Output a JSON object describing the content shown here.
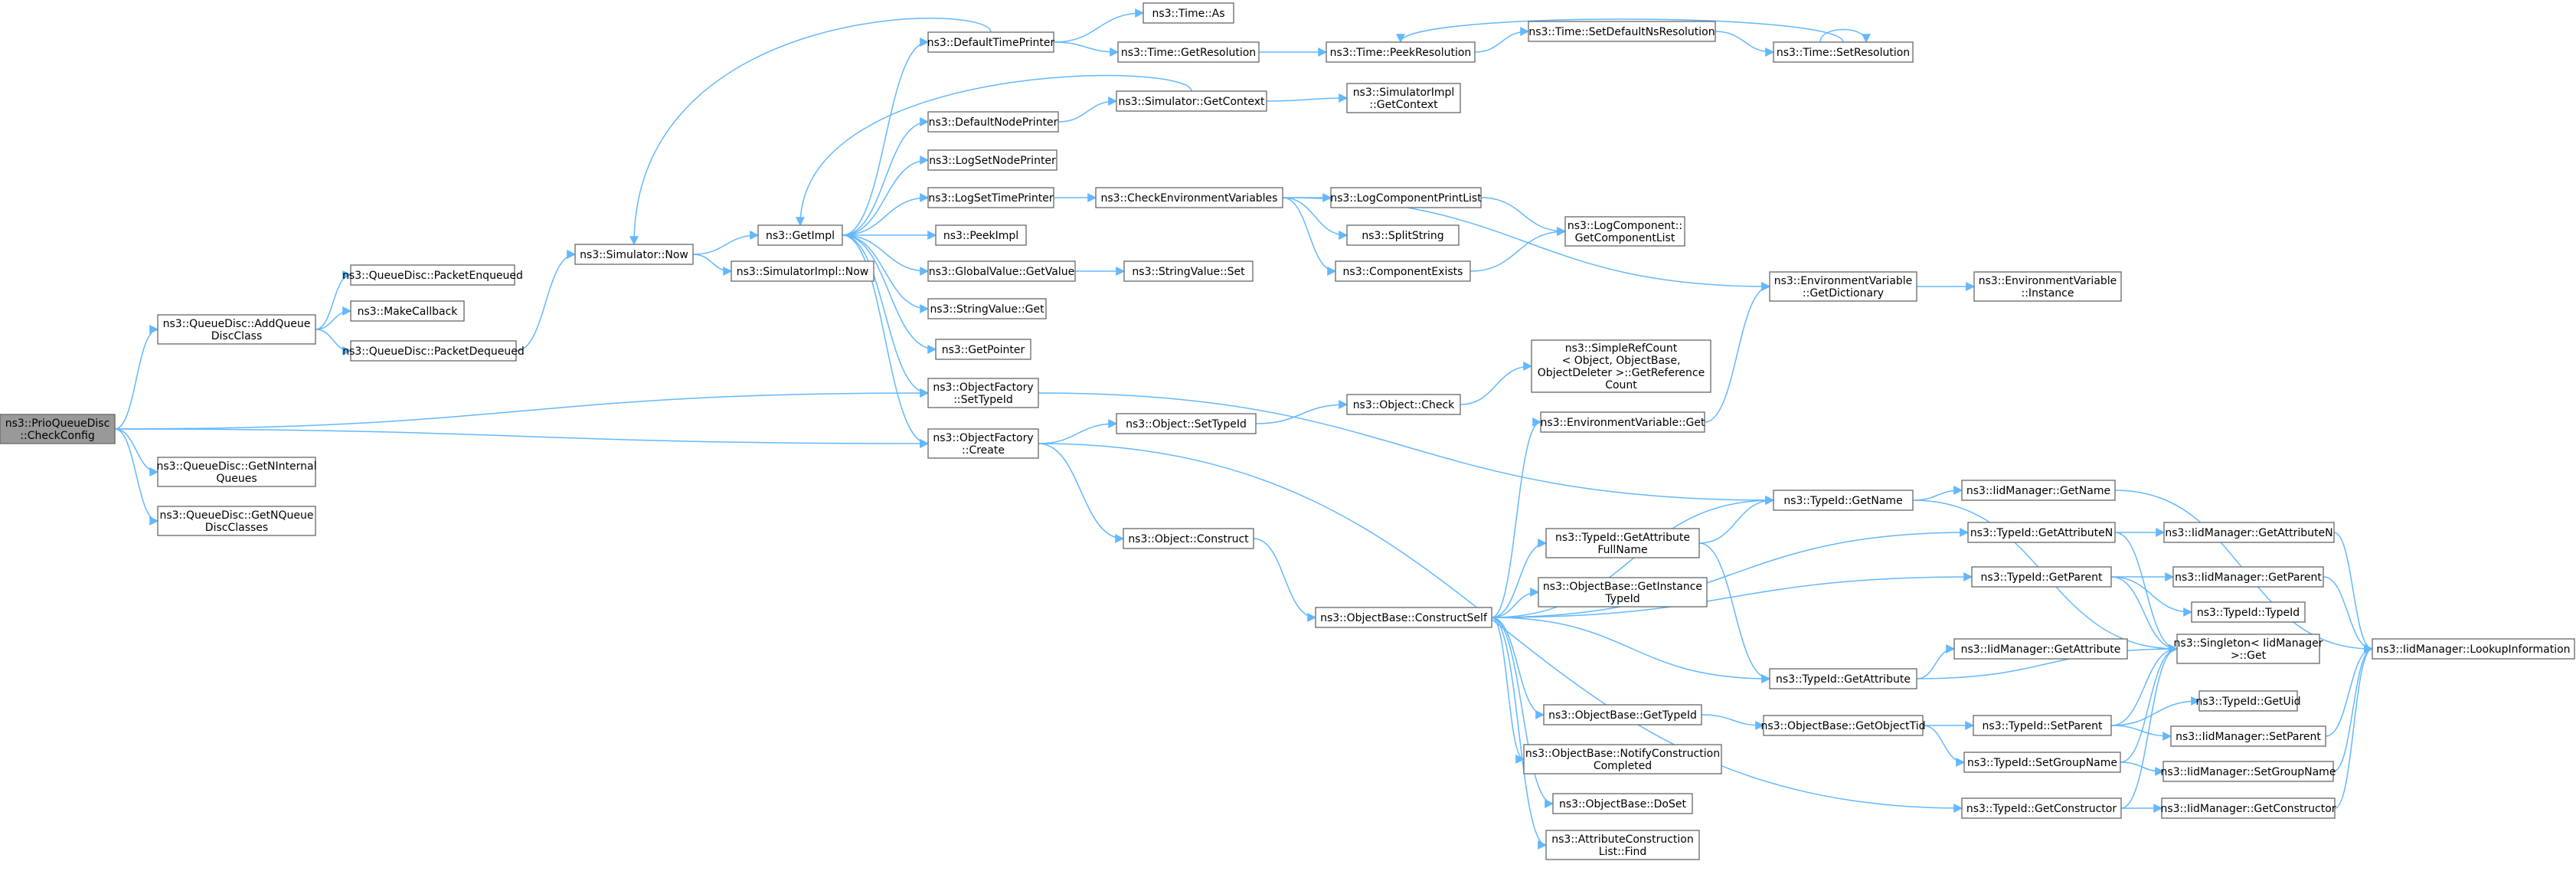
{
  "diagram": {
    "type": "call-graph",
    "root_color": "#999999",
    "edge_color": "#63b8ff",
    "node_border_color": "#666666",
    "nodes": [
      {
        "id": "checkconfig",
        "lines": [
          "ns3::PrioQueueDisc",
          "::CheckConfig"
        ],
        "root": true
      },
      {
        "id": "addqueue",
        "lines": [
          "ns3::QueueDisc::AddQueue",
          "DiscClass"
        ]
      },
      {
        "id": "getninternal",
        "lines": [
          "ns3::QueueDisc::GetNInternal",
          "Queues"
        ]
      },
      {
        "id": "getnqueue",
        "lines": [
          "ns3::QueueDisc::GetNQueue",
          "DiscClasses"
        ]
      },
      {
        "id": "pktenq",
        "lines": [
          "ns3::QueueDisc::PacketEnqueued"
        ]
      },
      {
        "id": "makecb",
        "lines": [
          "ns3::MakeCallback"
        ]
      },
      {
        "id": "pktdeq",
        "lines": [
          "ns3::QueueDisc::PacketDequeued"
        ]
      },
      {
        "id": "simnow",
        "lines": [
          "ns3::Simulator::Now"
        ]
      },
      {
        "id": "getimpl",
        "lines": [
          "ns3::GetImpl"
        ]
      },
      {
        "id": "simimplnow",
        "lines": [
          "ns3::SimulatorImpl::Now"
        ]
      },
      {
        "id": "deftimeprinter",
        "lines": [
          "ns3::DefaultTimePrinter"
        ]
      },
      {
        "id": "defnodeprinter",
        "lines": [
          "ns3::DefaultNodePrinter"
        ]
      },
      {
        "id": "logsetnode",
        "lines": [
          "ns3::LogSetNodePrinter"
        ]
      },
      {
        "id": "logsettime",
        "lines": [
          "ns3::LogSetTimePrinter"
        ]
      },
      {
        "id": "peekimpl",
        "lines": [
          "ns3::PeekImpl"
        ]
      },
      {
        "id": "gvgetvalue",
        "lines": [
          "ns3::GlobalValue::GetValue"
        ]
      },
      {
        "id": "svget",
        "lines": [
          "ns3::StringValue::Get"
        ]
      },
      {
        "id": "getpointer",
        "lines": [
          "ns3::GetPointer"
        ]
      },
      {
        "id": "ofsettypeid",
        "lines": [
          "ns3::ObjectFactory",
          "::SetTypeId"
        ]
      },
      {
        "id": "ofcreate",
        "lines": [
          "ns3::ObjectFactory",
          "::Create"
        ]
      },
      {
        "id": "timeas",
        "lines": [
          "ns3::Time::As"
        ]
      },
      {
        "id": "timegetres",
        "lines": [
          "ns3::Time::GetResolution"
        ]
      },
      {
        "id": "simgetctx",
        "lines": [
          "ns3::Simulator::GetContext"
        ]
      },
      {
        "id": "checkenv",
        "lines": [
          "ns3::CheckEnvironmentVariables"
        ]
      },
      {
        "id": "svset",
        "lines": [
          "ns3::StringValue::Set"
        ]
      },
      {
        "id": "objsettypeid",
        "lines": [
          "ns3::Object::SetTypeId"
        ]
      },
      {
        "id": "objconstruct",
        "lines": [
          "ns3::Object::Construct"
        ]
      },
      {
        "id": "timepeekres",
        "lines": [
          "ns3::Time::PeekResolution"
        ]
      },
      {
        "id": "simimplctx",
        "lines": [
          "ns3::SimulatorImpl",
          "::GetContext"
        ]
      },
      {
        "id": "logcompprint",
        "lines": [
          "ns3::LogComponentPrintList"
        ]
      },
      {
        "id": "splitstring",
        "lines": [
          "ns3::SplitString"
        ]
      },
      {
        "id": "compexists",
        "lines": [
          "ns3::ComponentExists"
        ]
      },
      {
        "id": "objcheck",
        "lines": [
          "ns3::Object::Check"
        ]
      },
      {
        "id": "constructself",
        "lines": [
          "ns3::ObjectBase::ConstructSelf"
        ]
      },
      {
        "id": "timesetdefns",
        "lines": [
          "ns3::Time::SetDefaultNsResolution"
        ]
      },
      {
        "id": "logcompgetlist",
        "lines": [
          "ns3::LogComponent::",
          "GetComponentList"
        ]
      },
      {
        "id": "refcount",
        "lines": [
          "ns3::SimpleRefCount",
          "< Object, ObjectBase,",
          "ObjectDeleter >::GetReference",
          "Count"
        ]
      },
      {
        "id": "envget",
        "lines": [
          "ns3::EnvironmentVariable::Get"
        ]
      },
      {
        "id": "getattrfull",
        "lines": [
          "ns3::TypeId::GetAttribute",
          "FullName"
        ]
      },
      {
        "id": "getinsttypeid",
        "lines": [
          "ns3::ObjectBase::GetInstance",
          "TypeId"
        ]
      },
      {
        "id": "obgettypeid",
        "lines": [
          "ns3::ObjectBase::GetTypeId"
        ]
      },
      {
        "id": "notifyconst",
        "lines": [
          "ns3::ObjectBase::NotifyConstruction",
          "Completed"
        ]
      },
      {
        "id": "doset",
        "lines": [
          "ns3::ObjectBase::DoSet"
        ]
      },
      {
        "id": "attrlistfind",
        "lines": [
          "ns3::AttributeConstruction",
          "List::Find"
        ]
      },
      {
        "id": "timesetres",
        "lines": [
          "ns3::Time::SetResolution"
        ]
      },
      {
        "id": "envgetdict",
        "lines": [
          "ns3::EnvironmentVariable",
          "::GetDictionary"
        ]
      },
      {
        "id": "tidgetname",
        "lines": [
          "ns3::TypeId::GetName"
        ]
      },
      {
        "id": "tidgetattr",
        "lines": [
          "ns3::TypeId::GetAttribute"
        ]
      },
      {
        "id": "obgetobjtid",
        "lines": [
          "ns3::ObjectBase::GetObjectTid"
        ]
      },
      {
        "id": "envinstance",
        "lines": [
          "ns3::EnvironmentVariable",
          "::Instance"
        ]
      },
      {
        "id": "iidgetname",
        "lines": [
          "ns3::IidManager::GetName"
        ]
      },
      {
        "id": "tidgetattrn",
        "lines": [
          "ns3::TypeId::GetAttributeN"
        ]
      },
      {
        "id": "tidgetparent",
        "lines": [
          "ns3::TypeId::GetParent"
        ]
      },
      {
        "id": "iidgetattr",
        "lines": [
          "ns3::IidManager::GetAttribute"
        ]
      },
      {
        "id": "tidsetparent",
        "lines": [
          "ns3::TypeId::SetParent"
        ]
      },
      {
        "id": "tidsetgroup",
        "lines": [
          "ns3::TypeId::SetGroupName"
        ]
      },
      {
        "id": "tidgetctor",
        "lines": [
          "ns3::TypeId::GetConstructor"
        ]
      },
      {
        "id": "iidgetattrn",
        "lines": [
          "ns3::IidManager::GetAttributeN"
        ]
      },
      {
        "id": "iidgetparent",
        "lines": [
          "ns3::IidManager::GetParent"
        ]
      },
      {
        "id": "tidtypeid",
        "lines": [
          "ns3::TypeId::TypeId"
        ]
      },
      {
        "id": "singleton",
        "lines": [
          "ns3::Singleton< IidManager",
          ">::Get"
        ]
      },
      {
        "id": "tidgetuid",
        "lines": [
          "ns3::TypeId::GetUid"
        ]
      },
      {
        "id": "iidsetparent",
        "lines": [
          "ns3::IidManager::SetParent"
        ]
      },
      {
        "id": "iidsetgroup",
        "lines": [
          "ns3::IidManager::SetGroupName"
        ]
      },
      {
        "id": "iidgetctor",
        "lines": [
          "ns3::IidManager::GetConstructor"
        ]
      },
      {
        "id": "lookupinfo",
        "lines": [
          "ns3::IidManager::LookupInformation"
        ]
      }
    ],
    "edges": [
      [
        "checkconfig",
        "addqueue"
      ],
      [
        "checkconfig",
        "getninternal"
      ],
      [
        "checkconfig",
        "getnqueue"
      ],
      [
        "checkconfig",
        "ofsettypeid"
      ],
      [
        "checkconfig",
        "ofcreate"
      ],
      [
        "addqueue",
        "pktenq"
      ],
      [
        "addqueue",
        "makecb"
      ],
      [
        "addqueue",
        "pktdeq"
      ],
      [
        "pktdeq",
        "simnow"
      ],
      [
        "simnow",
        "getimpl"
      ],
      [
        "simnow",
        "simimplnow"
      ],
      [
        "getimpl",
        "deftimeprinter"
      ],
      [
        "getimpl",
        "defnodeprinter"
      ],
      [
        "getimpl",
        "logsetnode"
      ],
      [
        "getimpl",
        "logsettime"
      ],
      [
        "getimpl",
        "peekimpl"
      ],
      [
        "getimpl",
        "gvgetvalue"
      ],
      [
        "getimpl",
        "svget"
      ],
      [
        "getimpl",
        "getpointer"
      ],
      [
        "getimpl",
        "ofsettypeid"
      ],
      [
        "getimpl",
        "ofcreate"
      ],
      [
        "deftimeprinter",
        "timeas"
      ],
      [
        "deftimeprinter",
        "timegetres"
      ],
      [
        "deftimeprinter",
        "simnow"
      ],
      [
        "defnodeprinter",
        "simgetctx"
      ],
      [
        "simgetctx",
        "getimpl"
      ],
      [
        "simgetctx",
        "simimplctx"
      ],
      [
        "timegetres",
        "timepeekres"
      ],
      [
        "timepeekres",
        "timesetdefns"
      ],
      [
        "timesetdefns",
        "timesetres"
      ],
      [
        "timesetres",
        "timepeekres"
      ],
      [
        "timesetres",
        "timesetres"
      ],
      [
        "logsettime",
        "checkenv"
      ],
      [
        "checkenv",
        "logcompprint"
      ],
      [
        "checkenv",
        "splitstring"
      ],
      [
        "checkenv",
        "compexists"
      ],
      [
        "checkenv",
        "envgetdict"
      ],
      [
        "logcompprint",
        "logcompgetlist"
      ],
      [
        "compexists",
        "logcompgetlist"
      ],
      [
        "gvgetvalue",
        "svset"
      ],
      [
        "ofsettypeid",
        "tidgetname"
      ],
      [
        "ofcreate",
        "objsettypeid"
      ],
      [
        "ofcreate",
        "objconstruct"
      ],
      [
        "ofcreate",
        "tidgetctor"
      ],
      [
        "objsettypeid",
        "objcheck"
      ],
      [
        "objcheck",
        "refcount"
      ],
      [
        "objconstruct",
        "constructself"
      ],
      [
        "constructself",
        "envget"
      ],
      [
        "constructself",
        "tidgetname"
      ],
      [
        "constructself",
        "tidgetattrn"
      ],
      [
        "constructself",
        "getattrfull"
      ],
      [
        "constructself",
        "getinsttypeid"
      ],
      [
        "constructself",
        "tidgetparent"
      ],
      [
        "constructself",
        "tidgetattr"
      ],
      [
        "constructself",
        "obgettypeid"
      ],
      [
        "constructself",
        "notifyconst"
      ],
      [
        "constructself",
        "doset"
      ],
      [
        "constructself",
        "attrlistfind"
      ],
      [
        "envget",
        "envgetdict"
      ],
      [
        "envgetdict",
        "envinstance"
      ],
      [
        "getattrfull",
        "tidgetname"
      ],
      [
        "getattrfull",
        "tidgetattr"
      ],
      [
        "tidgetname",
        "iidgetname"
      ],
      [
        "tidgetname",
        "singleton"
      ],
      [
        "tidgetattrn",
        "iidgetattrn"
      ],
      [
        "tidgetattrn",
        "singleton"
      ],
      [
        "tidgetparent",
        "iidgetparent"
      ],
      [
        "tidgetparent",
        "tidtypeid"
      ],
      [
        "tidgetparent",
        "singleton"
      ],
      [
        "tidgetattr",
        "iidgetattr"
      ],
      [
        "tidgetattr",
        "singleton"
      ],
      [
        "obgettypeid",
        "obgetobjtid"
      ],
      [
        "obgetobjtid",
        "tidsetparent"
      ],
      [
        "obgetobjtid",
        "tidsetgroup"
      ],
      [
        "tidsetparent",
        "singleton"
      ],
      [
        "tidsetparent",
        "tidgetuid"
      ],
      [
        "tidsetparent",
        "iidsetparent"
      ],
      [
        "tidsetgroup",
        "singleton"
      ],
      [
        "tidsetgroup",
        "iidsetgroup"
      ],
      [
        "tidgetctor",
        "singleton"
      ],
      [
        "tidgetctor",
        "iidgetctor"
      ],
      [
        "iidgetname",
        "lookupinfo"
      ],
      [
        "iidgetattrn",
        "lookupinfo"
      ],
      [
        "iidgetparent",
        "lookupinfo"
      ],
      [
        "iidsetparent",
        "lookupinfo"
      ],
      [
        "iidsetgroup",
        "lookupinfo"
      ],
      [
        "iidgetctor",
        "lookupinfo"
      ]
    ]
  }
}
